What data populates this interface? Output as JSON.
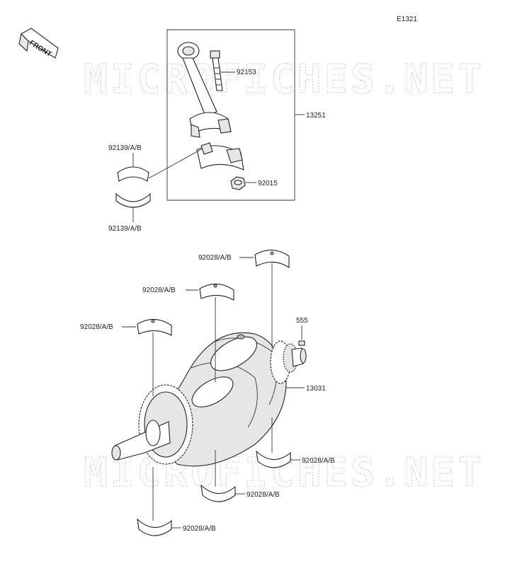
{
  "diagram_code": "E1321",
  "front_label": "FRONT",
  "watermark": "MICROFICHES.NET",
  "parts": {
    "p13251": "13251",
    "p92153": "92153",
    "p92015": "92015",
    "p92139_top": "92139/A/B",
    "p92139_bottom": "92139/A/B",
    "p555": "555",
    "p13031": "13031",
    "p92028_1": "92028/A/B",
    "p92028_2": "92028/A/B",
    "p92028_3": "92028/A/B",
    "p92028_4": "92028/A/B",
    "p92028_5": "92028/A/B",
    "p92028_6": "92028/A/B"
  }
}
